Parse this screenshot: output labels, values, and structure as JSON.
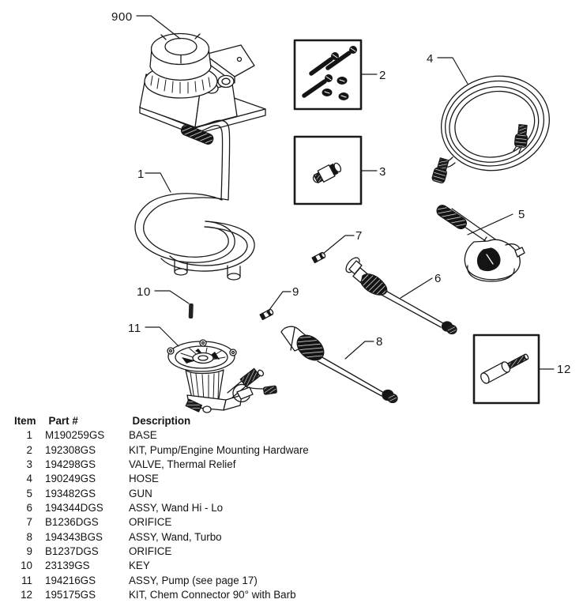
{
  "page": {
    "background": "#ffffff",
    "ink_color": "#1a1a1a"
  },
  "figure": {
    "callouts": {
      "c900": "900",
      "c1": "1",
      "c2": "2",
      "c3": "3",
      "c4": "4",
      "c5": "5",
      "c6": "6",
      "c7": "7",
      "c8": "8",
      "c9": "9",
      "c10": "10",
      "c11": "11",
      "c12": "12"
    }
  },
  "table": {
    "headers": {
      "item": "Item",
      "part": "Part #",
      "description": "Description"
    },
    "rows": [
      {
        "item": "1",
        "part": "M190259GS",
        "description": "BASE"
      },
      {
        "item": "2",
        "part": "192308GS",
        "description": "KIT, Pump/Engine Mounting Hardware"
      },
      {
        "item": "3",
        "part": "194298GS",
        "description": "VALVE, Thermal Relief"
      },
      {
        "item": "4",
        "part": "190249GS",
        "description": "HOSE"
      },
      {
        "item": "5",
        "part": "193482GS",
        "description": "GUN"
      },
      {
        "item": "6",
        "part": "194344DGS",
        "description": "ASSY, Wand Hi - Lo"
      },
      {
        "item": "7",
        "part": "B1236DGS",
        "description": "ORIFICE"
      },
      {
        "item": "8",
        "part": "194343BGS",
        "description": "ASSY, Wand, Turbo"
      },
      {
        "item": "9",
        "part": "B1237DGS",
        "description": "ORIFICE"
      },
      {
        "item": "10",
        "part": "23139GS",
        "description": "KEY"
      },
      {
        "item": "11",
        "part": "194216GS",
        "description": "ASSY, Pump (see page 17)"
      },
      {
        "item": "12",
        "part": "195175GS",
        "description": "KIT, Chem Connector 90° with Barb"
      }
    ]
  }
}
